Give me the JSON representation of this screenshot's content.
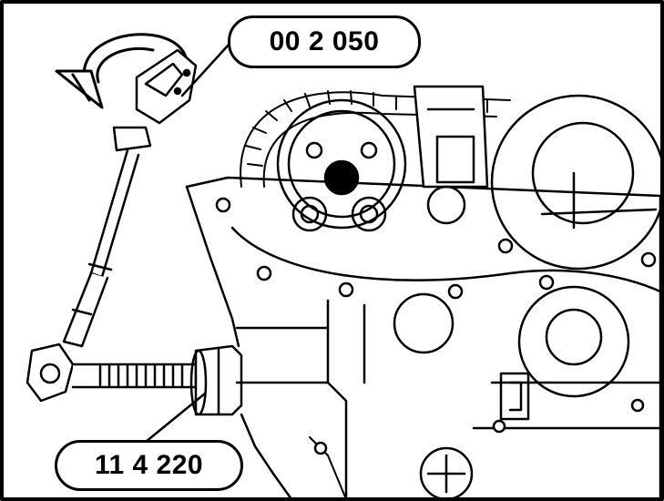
{
  "figure": {
    "callouts": [
      {
        "id": "tool-00-2-050",
        "label": "00 2 050"
      },
      {
        "id": "tool-11-4-220",
        "label": "11 4 220"
      }
    ],
    "colors": {
      "ink": "#000000",
      "paper": "#ffffff"
    }
  }
}
